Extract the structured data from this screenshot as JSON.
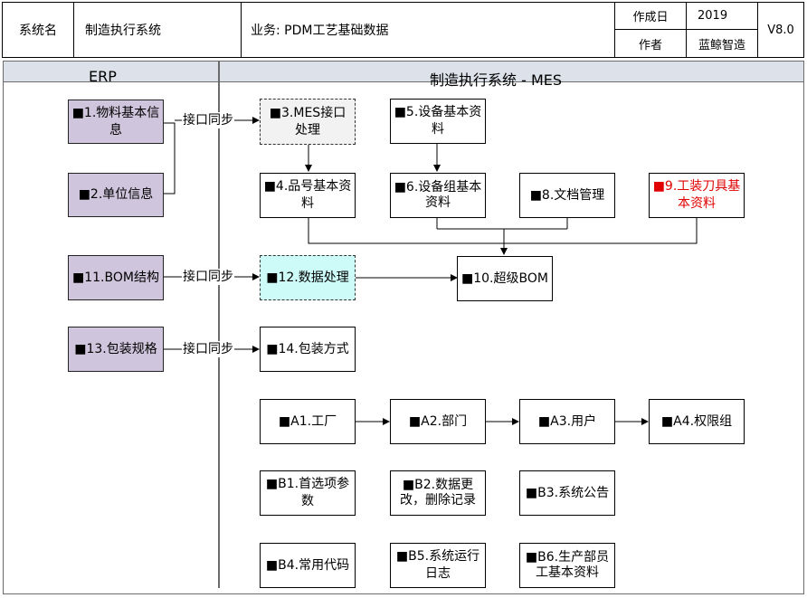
{
  "header": {
    "system_label": "系统名",
    "system_name": "制造执行系统",
    "business": "业务: PDM工艺基础数据",
    "date_label": "作成日",
    "date_value": "2019",
    "author_label": "作者",
    "author_value": "蓝鲸智造",
    "version": "V8.0"
  },
  "columns": {
    "erp_title": "ERP",
    "mes_title": "制造执行系统 - MES"
  },
  "sync_label": "接口同步",
  "boxes": {
    "b1": "■1.物料基本信息",
    "b2": "■2.单位信息",
    "b11": "■11.BOM结构",
    "b13": "■13.包装规格",
    "b3": "■3.MES接口处理",
    "b5": "■5.设备基本资料",
    "b4": "■4.品号基本资料",
    "b6": "■6.设备组基本资料",
    "b8": "■8.文档管理",
    "b9": "■9.工装刀具基本资料",
    "b12": "■12.数据处理",
    "b10": "■10.超级BOM",
    "b14": "■14.包装方式",
    "a1": "■A1.工厂",
    "a2": "■A2.部门",
    "a3": "■A3.用户",
    "a4": "■A4.权限组",
    "bb1": "■B1.首选项参数",
    "bb2": "■B2.数据更改，删除记录",
    "bb3": "■B3.系统公告",
    "bb4": "■B4.常用代码",
    "bb5": "■B5.系统运行日志",
    "bb6": "■B6.生产部员工基本资料"
  },
  "colors": {
    "erp_fill": "#cfc5dc",
    "highlight_fill": "#ccfbf8",
    "red_text": "#e00000"
  }
}
